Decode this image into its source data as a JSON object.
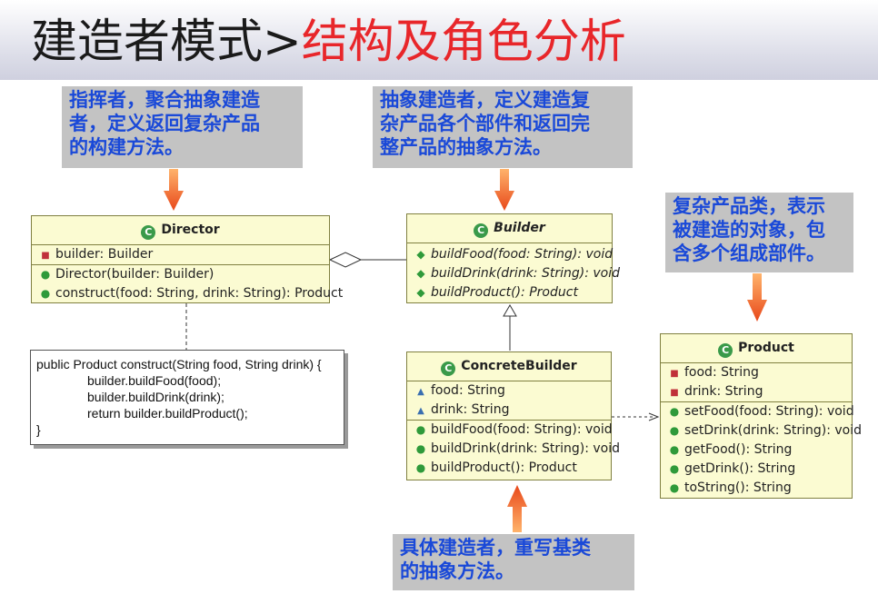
{
  "title": {
    "part1": "建造者模式>",
    "part2": "结构及角色分析"
  },
  "notes": {
    "director": [
      "指挥者，聚合抽象建造",
      "者，定义返回复杂产品",
      "的构建方法。"
    ],
    "builder": [
      "抽象建造者，定义建造复",
      "杂产品各个部件和返回完",
      "整产品的抽象方法。"
    ],
    "product": [
      "复杂产品类，表示",
      "被建造的对象，包",
      "含多个组成部件。"
    ],
    "concrete": [
      "具体建造者，重写基类",
      "的抽象方法。"
    ]
  },
  "classes": {
    "director": {
      "name": "Director",
      "fields": [
        "builder: Builder"
      ],
      "methods": [
        "Director(builder: Builder)",
        "construct(food: String, drink: String): Product"
      ]
    },
    "builder": {
      "name": "Builder",
      "methods": [
        "buildFood(food: String): void",
        "buildDrink(drink: String): void",
        "buildProduct(): Product"
      ]
    },
    "concrete": {
      "name": "ConcreteBuilder",
      "fields": [
        "food: String",
        "drink: String"
      ],
      "methods": [
        "buildFood(food: String): void",
        "buildDrink(drink: String): void",
        "buildProduct(): Product"
      ]
    },
    "product": {
      "name": "Product",
      "fields": [
        "food: String",
        "drink: String"
      ],
      "methods": [
        "setFood(food: String): void",
        "setDrink(drink: String): void",
        "getFood(): String",
        "getDrink(): String",
        "toString(): String"
      ]
    }
  },
  "code": {
    "line1": "public Product construct(String food, String drink) {",
    "line2": "builder.buildFood(food);",
    "line3": "builder.buildDrink(drink);",
    "line4": "return builder.buildProduct();",
    "line5": "}"
  },
  "colors": {
    "note_text": "#1a49d8",
    "note_bg": "#c3c3c3",
    "title_accent": "#e8262a",
    "class_bg": "#fbfbd2",
    "arrow": "#f05a1a"
  }
}
